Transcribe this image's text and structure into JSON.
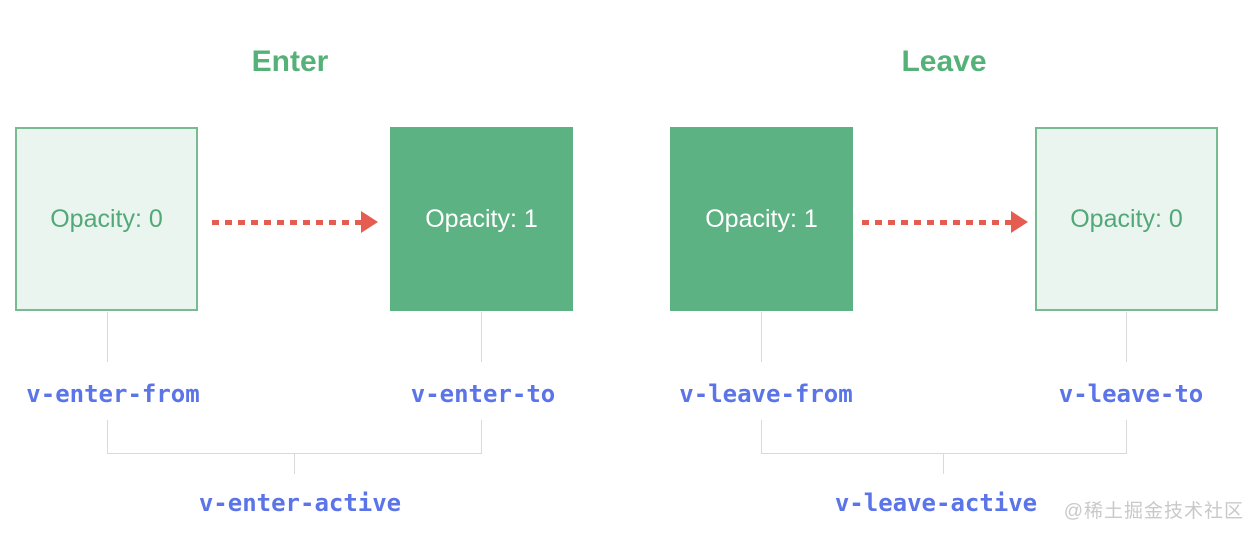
{
  "colors": {
    "bg": "#ffffff",
    "green_title": "#55b177",
    "green_solid": "#5db283",
    "green_border": "#78bb93",
    "green_light": "#e9f5ee",
    "green_text": "#52a878",
    "white_text": "#ffffff",
    "blue_label": "#5b74e8",
    "red_arrow": "#e55d50",
    "gray_line": "#d9d9d9",
    "gray_watermark": "#c9c9c9"
  },
  "sections": [
    {
      "title": "Enter",
      "from_box": {
        "text": "Opacity: 0",
        "style": "outline"
      },
      "to_box": {
        "text": "Opacity: 1",
        "style": "solid"
      },
      "from_label": "v-enter-from",
      "to_label": "v-enter-to",
      "active_label": "v-enter-active"
    },
    {
      "title": "Leave",
      "from_box": {
        "text": "Opacity: 1",
        "style": "solid"
      },
      "to_box": {
        "text": "Opacity: 0",
        "style": "outline"
      },
      "from_label": "v-leave-from",
      "to_label": "v-leave-to",
      "active_label": "v-leave-active"
    }
  ],
  "watermark": {
    "text": "@稀土掘金技术社区"
  }
}
